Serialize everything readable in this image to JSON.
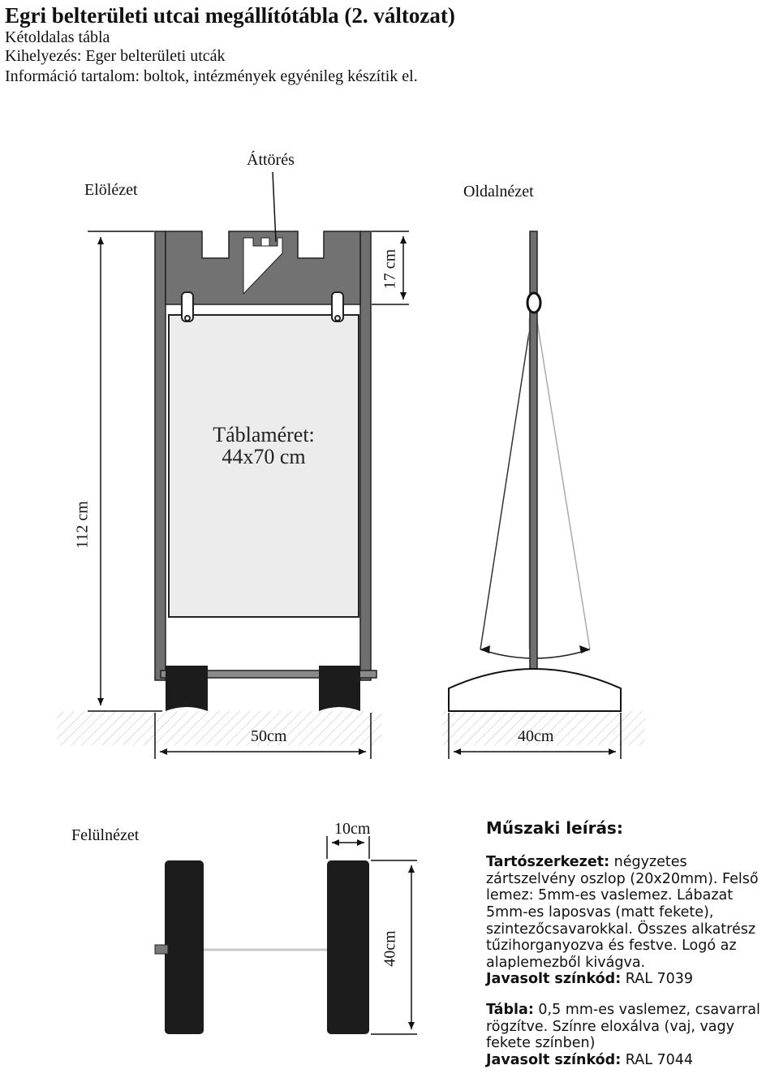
{
  "header": {
    "title": "Egri belterületi utcai megállítótábla  (2. változat)",
    "line1": "Kétoldalas tábla",
    "line2": "Kihelyezés: Eger belterületi utcák",
    "line3": "Információ tartalom: boltok, intézmények egyénileg készítik el."
  },
  "labels": {
    "attores": "Áttörés",
    "front_view": "Elölézet",
    "side_view": "Oldalnézet",
    "top_view": "Felülnézet"
  },
  "dimensions": {
    "height": "112 cm",
    "top_plate": "17 cm",
    "width_front": "50cm",
    "width_side": "40cm",
    "top_width": "10cm",
    "top_depth": "40cm"
  },
  "sign": {
    "size_label": "Táblaméret:",
    "size_value": "44x70 cm"
  },
  "spec": {
    "title": "Műszaki leírás:",
    "p1_label": "Tartószerkezet:",
    "p1_text": " négyzetes zártszelvény oszlop (20x20mm). Felső lemez: 5mm-es vaslemez. Lábazat 5mm-es laposvas (matt fekete), szintezőcsavarokkal. Összes alkatrész tűzihorganyozva és festve. Logó az alaplemezből kivágva.",
    "p1_color_label": "Javasolt színkód:",
    "p1_color_value": " RAL 7039",
    "p2_label": "Tábla:",
    "p2_text": " 0,5 mm-es vaslemez, csavarral rögzítve. Színre eloxálva (vaj, vagy fekete színben)",
    "p2_color_label": "Javasolt színkód:",
    "p2_color_value": " RAL 7044"
  },
  "colors": {
    "frame": "#6f6f6f",
    "frame_dark": "#3a3a3a",
    "feet": "#1c1c1c",
    "panel": "#ececec"
  }
}
